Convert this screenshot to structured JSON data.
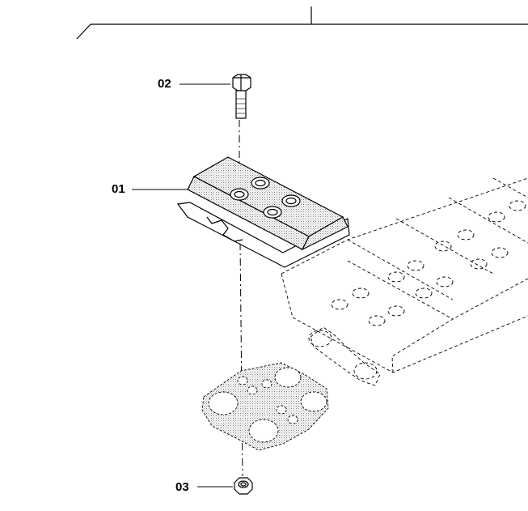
{
  "callouts": [
    {
      "id": "01",
      "part": "track-shoe-plate"
    },
    {
      "id": "02",
      "part": "hex-bolt"
    },
    {
      "id": "03",
      "part": "hex-nut"
    }
  ],
  "colors": {
    "line": "#000000",
    "background": "#ffffff",
    "shade": "#bdbdbd"
  }
}
